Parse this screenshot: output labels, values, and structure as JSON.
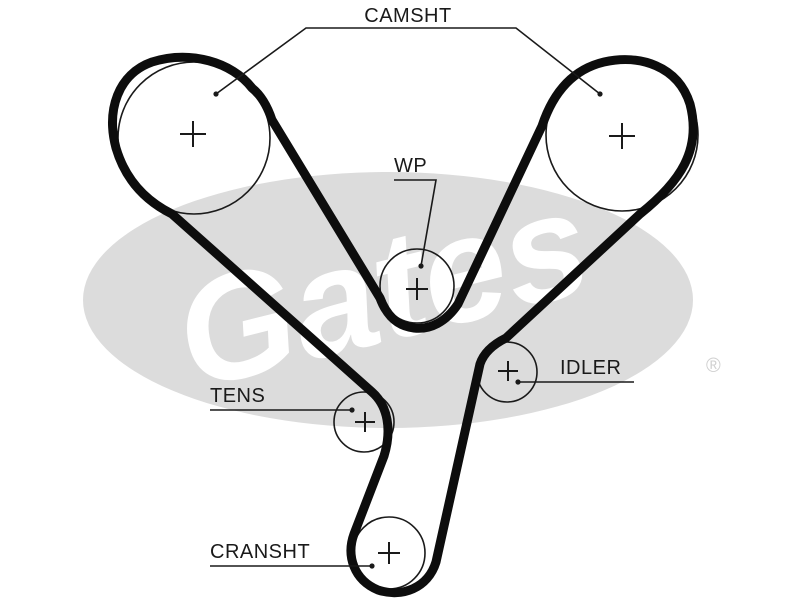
{
  "labels": {
    "camshaft": "CAMSHT",
    "water_pump": "WP",
    "tensioner": "TENS",
    "idler": "IDLER",
    "crankshaft": "CRANSHT"
  },
  "watermark": {
    "brand": "Gates",
    "registered": "®",
    "color": "#dcdcdc"
  },
  "colors": {
    "belt": "#0d0d0d",
    "line": "#1a1a1a"
  }
}
